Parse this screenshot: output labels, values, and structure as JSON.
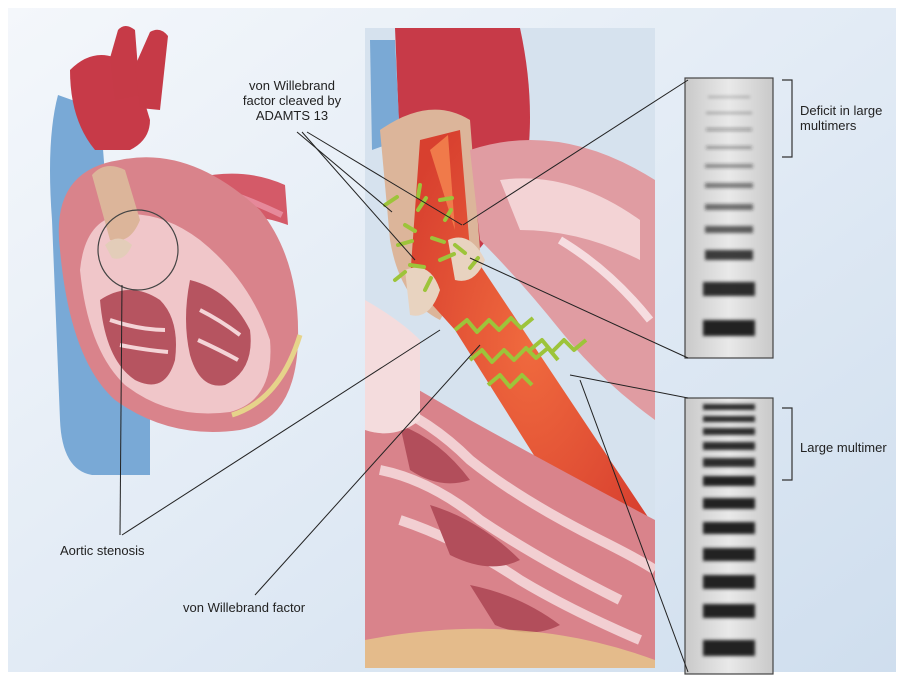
{
  "labels": {
    "vwf_cleaved_line1": "von Willebrand",
    "vwf_cleaved_line2": "factor cleaved by",
    "vwf_cleaved_line3": "ADAMTS 13",
    "aortic_stenosis": "Aortic stenosis",
    "vwf": "von Willebrand factor",
    "deficit_line1": "Deficit in large",
    "deficit_line2": "multimers",
    "large_multimer": "Large multimer"
  },
  "colors": {
    "background_light": "#eef3f9",
    "background_blue": "#d3e1ef",
    "myocardium": "#d9838b",
    "myocardium_dark": "#b5555f",
    "aorta_red": "#c73a48",
    "vein_blue": "#6fa3d1",
    "blood_orange": "#e2503a",
    "vwf_green": "#9dc43a",
    "valve_tan": "#dcb59a",
    "gel_gray": "#a9a9a9"
  },
  "icons": {
    "left_heart": "heart-cross-section-illustration",
    "right_heart": "enlarged-aortic-valve-illustration",
    "gel_top": "electrophoresis-gel-strip",
    "gel_bottom": "electrophoresis-gel-strip"
  }
}
